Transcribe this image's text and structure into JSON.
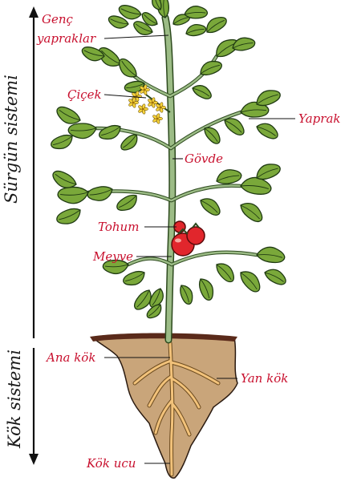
{
  "systems": {
    "shoot": "Sürgün sistemi",
    "root": "Kök sistemi"
  },
  "labels": {
    "young_leaves_line1": "Genç",
    "young_leaves_line2": "yapraklar",
    "flower": "Çiçek",
    "leaf": "Yaprak",
    "stem": "Gövde",
    "seed": "Tohum",
    "fruit": "Meyve",
    "main_root": "Ana kök",
    "lateral_root": "Yan kök",
    "root_tip": "Kök ucu"
  },
  "colors": {
    "label_red": "#c8102e",
    "leaf_green": "#7aa83a",
    "leaf_dark": "#1f3a12",
    "stem_green": "#8fb07a",
    "soil": "#c4a47c",
    "soil_top": "#5a2a1a",
    "root": "#f2c27a",
    "tomato": "#e1262c",
    "flower_yellow": "#f6d23c"
  }
}
